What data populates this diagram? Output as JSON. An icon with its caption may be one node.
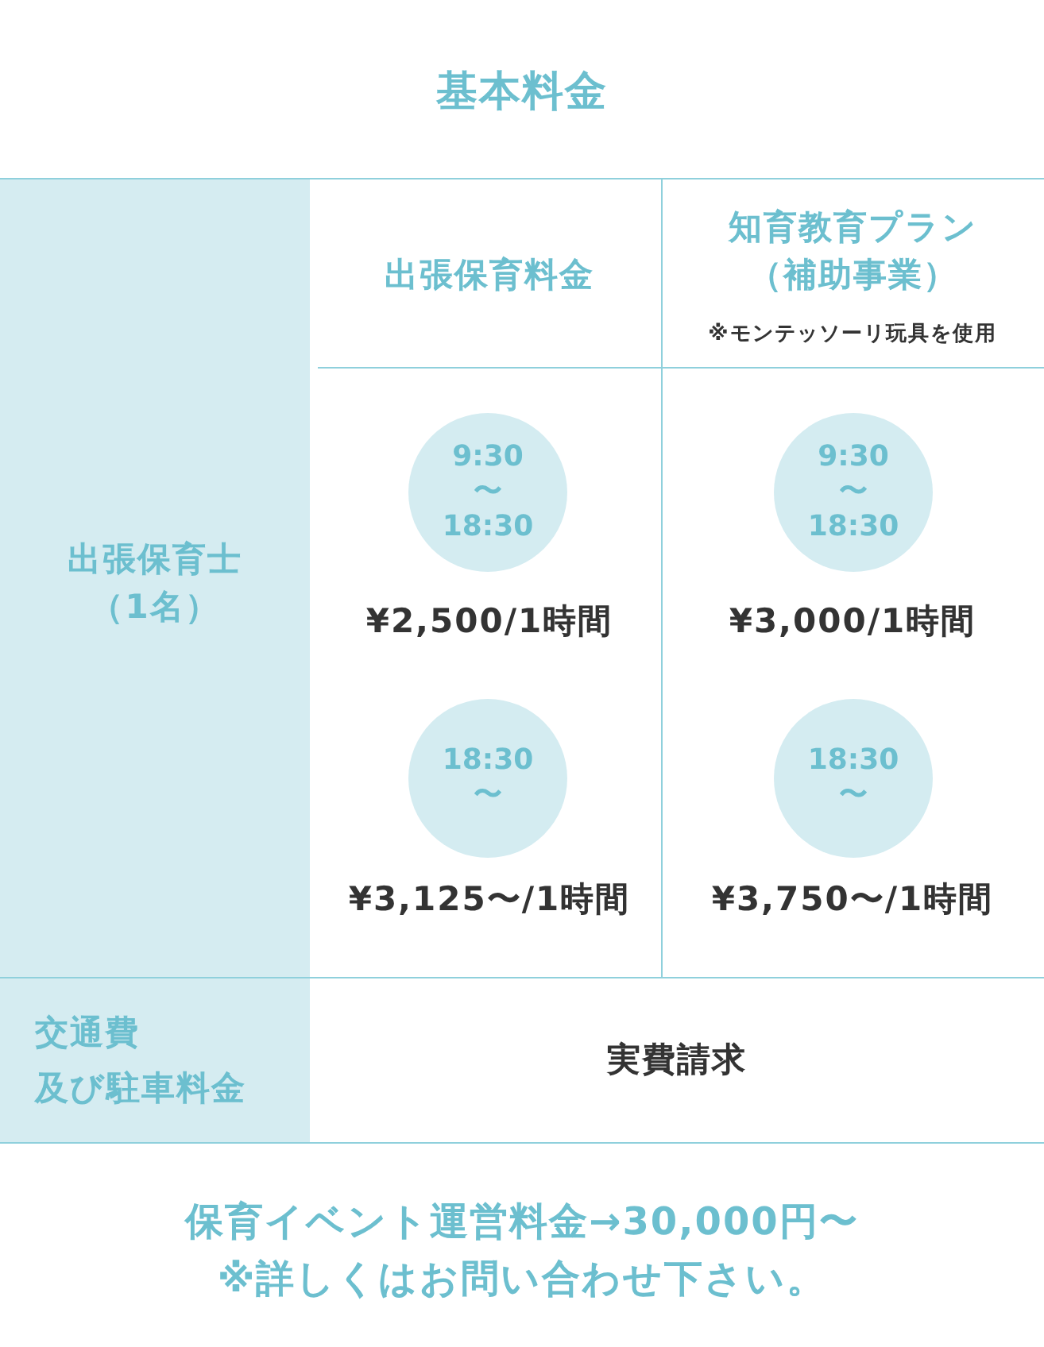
{
  "diagram": {
    "title": "基本料金",
    "nodes": [
      {
        "text": [
          "9:30 〜 18:30"
        ]
      },
      {
        "text": [
          "9:30 〜 18:30"
        ]
      },
      {
        "text": [
          "18:30 〜"
        ]
      },
      {
        "text": [
          "18:30 〜"
        ]
      }
    ],
    "labels": [
      "出張保育料金",
      "知育教育プラン（補助事業）",
      "※モンテッソーリ玩具を使用",
      "出張保育士（1名）",
      "¥2,500/1時間",
      "¥3,000/1時間",
      "¥3,125〜/1時間",
      "¥3,750〜/1時間",
      "交通費",
      "及び駐車料金",
      "実費請求",
      "保育イベント運営料金→30,000円〜",
      "※詳しくはお問い合わせ下さい。"
    ]
  }
}
